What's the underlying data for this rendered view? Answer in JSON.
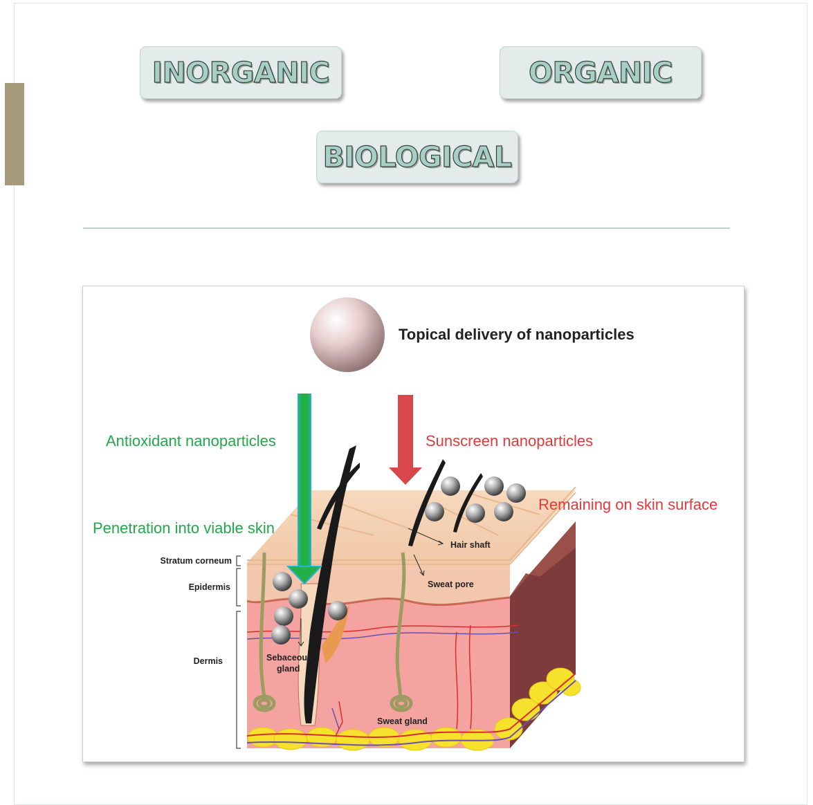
{
  "categories": {
    "inorganic": "INORGANIC",
    "organic": "ORGANIC",
    "biological": "BIOLOGICAL"
  },
  "diagram": {
    "title": "Topical delivery of nanoparticles",
    "antioxidant_label": "Antioxidant nanoparticles",
    "sunscreen_label": "Sunscreen nanoparticles",
    "penetration_label": "Penetration into viable skin",
    "remaining_label": "Remaining on skin surface",
    "layers": {
      "stratum_corneum": "Stratum corneum",
      "epidermis": "Epidermis",
      "dermis": "Dermis"
    },
    "structures": {
      "hair_shaft": "Hair shaft",
      "sweat_pore": "Sweat pore",
      "sebaceous_line1": "Sebaceous",
      "sebaceous_line2": "gland",
      "sweat_gland": "Sweat gland"
    }
  },
  "colors": {
    "accent_bar": "#a69b7c",
    "chip_fill": "#e3ecea",
    "chip_text": "#a8cfc6",
    "rule": "#b8d3cc",
    "green_arrow": "#22b04b",
    "red_arrow": "#d9474a"
  }
}
